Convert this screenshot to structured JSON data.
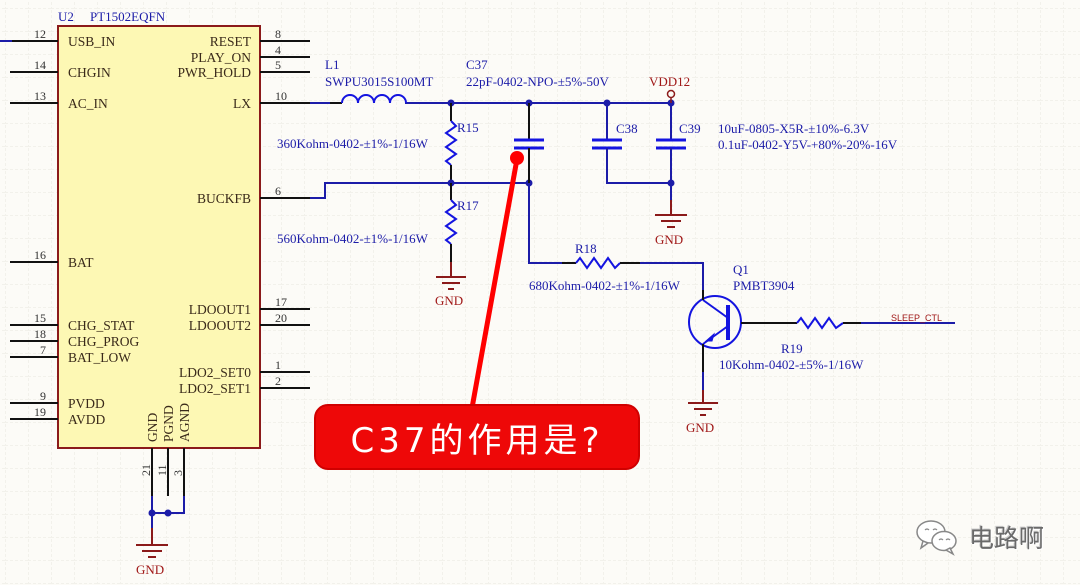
{
  "colors": {
    "background": "#fcfbf7",
    "grid": "#e8e6df",
    "wire": "#1c1ca8",
    "component": "#1414e0",
    "pin": "#111111",
    "ic_fill": "#fdf8b4",
    "ic_border": "#8b1a1a",
    "power_port": "#8b1a1a",
    "annotation": "#ff0000"
  },
  "ic": {
    "designator": "U2",
    "part": "PT1502EQFN",
    "left_pins": [
      {
        "num": "12",
        "name": "USB_IN"
      },
      {
        "num": "14",
        "name": "CHGIN"
      },
      {
        "num": "13",
        "name": "AC_IN"
      },
      {
        "num": "16",
        "name": "BAT"
      },
      {
        "num": "15",
        "name": "CHG_STAT"
      },
      {
        "num": "18",
        "name": "CHG_PROG"
      },
      {
        "num": "7",
        "name": "BAT_LOW"
      },
      {
        "num": "9",
        "name": "PVDD"
      },
      {
        "num": "19",
        "name": "AVDD"
      }
    ],
    "right_pins": [
      {
        "num": "8",
        "name": "RESET"
      },
      {
        "num": "4",
        "name": "PLAY_ON"
      },
      {
        "num": "5",
        "name": "PWR_HOLD"
      },
      {
        "num": "10",
        "name": "LX"
      },
      {
        "num": "6",
        "name": "BUCKFB"
      },
      {
        "num": "17",
        "name": "LDOOUT1"
      },
      {
        "num": "20",
        "name": "LDOOUT2"
      },
      {
        "num": "1",
        "name": "LDO2_SET0"
      },
      {
        "num": "2",
        "name": "LDO2_SET1"
      }
    ],
    "bottom_pins": [
      {
        "num": "21",
        "name": "GND"
      },
      {
        "num": "11",
        "name": "PGND"
      },
      {
        "num": "3",
        "name": "AGND"
      }
    ]
  },
  "components": {
    "L1": {
      "designator": "L1",
      "value": "SWPU3015S100MT"
    },
    "C37": {
      "designator": "C37",
      "value": "22pF-0402-NPO-±5%-50V"
    },
    "C38": {
      "designator": "C38"
    },
    "C39": {
      "designator": "C39"
    },
    "C38_value": "10uF-0805-X5R-±10%-6.3V",
    "C39_value": "0.1uF-0402-Y5V-+80%-20%-16V",
    "R15": {
      "designator": "R15",
      "value": "360Kohm-0402-±1%-1/16W"
    },
    "R17": {
      "designator": "R17",
      "value": "560Kohm-0402-±1%-1/16W"
    },
    "R18": {
      "designator": "R18",
      "value": "680Kohm-0402-±1%-1/16W"
    },
    "R19": {
      "designator": "R19",
      "value": "10Kohm-0402-±5%-1/16W"
    },
    "Q1": {
      "designator": "Q1",
      "value": "PMBT3904"
    }
  },
  "nets": {
    "vdd": "VDD12",
    "gnd": "GND",
    "sleep": "SLEEP_CTL"
  },
  "annotation": {
    "question": "C37的作用是?"
  },
  "watermark": {
    "text": "电路啊",
    "icon": "wechat-icon"
  }
}
